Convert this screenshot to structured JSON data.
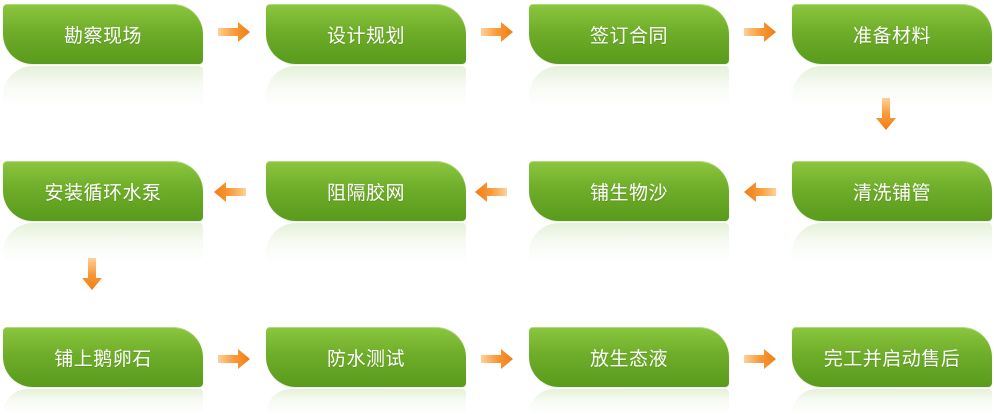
{
  "colors": {
    "box_green": "#6fae2a",
    "arrow_orange": "#f07d12"
  },
  "steps": [
    {
      "label": "勘察现场"
    },
    {
      "label": "设计规划"
    },
    {
      "label": "签订合同"
    },
    {
      "label": "准备材料"
    },
    {
      "label": "清洗铺管"
    },
    {
      "label": "铺生物沙"
    },
    {
      "label": "阻隔胶网"
    },
    {
      "label": "安装循环水泵"
    },
    {
      "label": "铺上鹅卵石"
    },
    {
      "label": "防水测试"
    },
    {
      "label": "放生态液"
    },
    {
      "label": "完工并启动售后"
    }
  ]
}
